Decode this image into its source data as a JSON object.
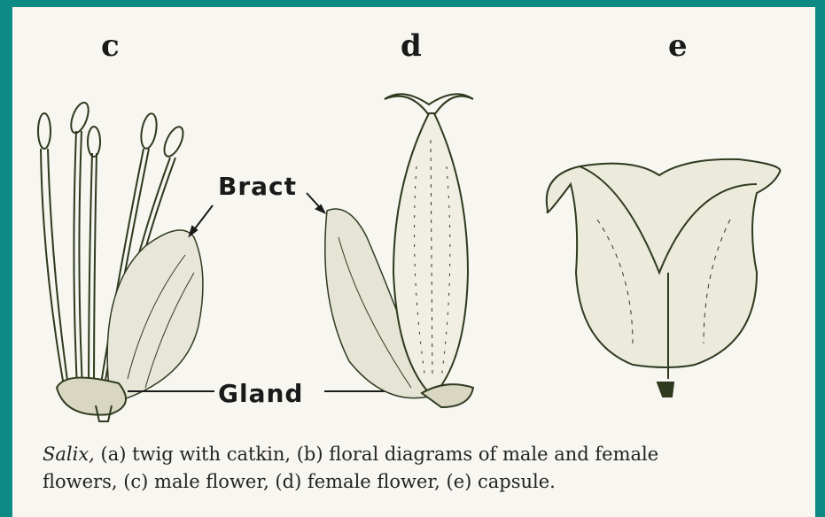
{
  "panels": {
    "c": "c",
    "d": "d",
    "e": "e"
  },
  "labels": {
    "bract": "Bract",
    "gland": "Gland"
  },
  "caption": {
    "genus": "Salix,",
    "line1_rest": " (a) twig with catkin, (b) floral diagrams of male and female",
    "line2": "flowers, (c) male flower, (d) female flower, (e) capsule."
  },
  "colors": {
    "border": "#0d8a84",
    "paper": "#f7f6f1",
    "ink": "#2e3a1e"
  }
}
